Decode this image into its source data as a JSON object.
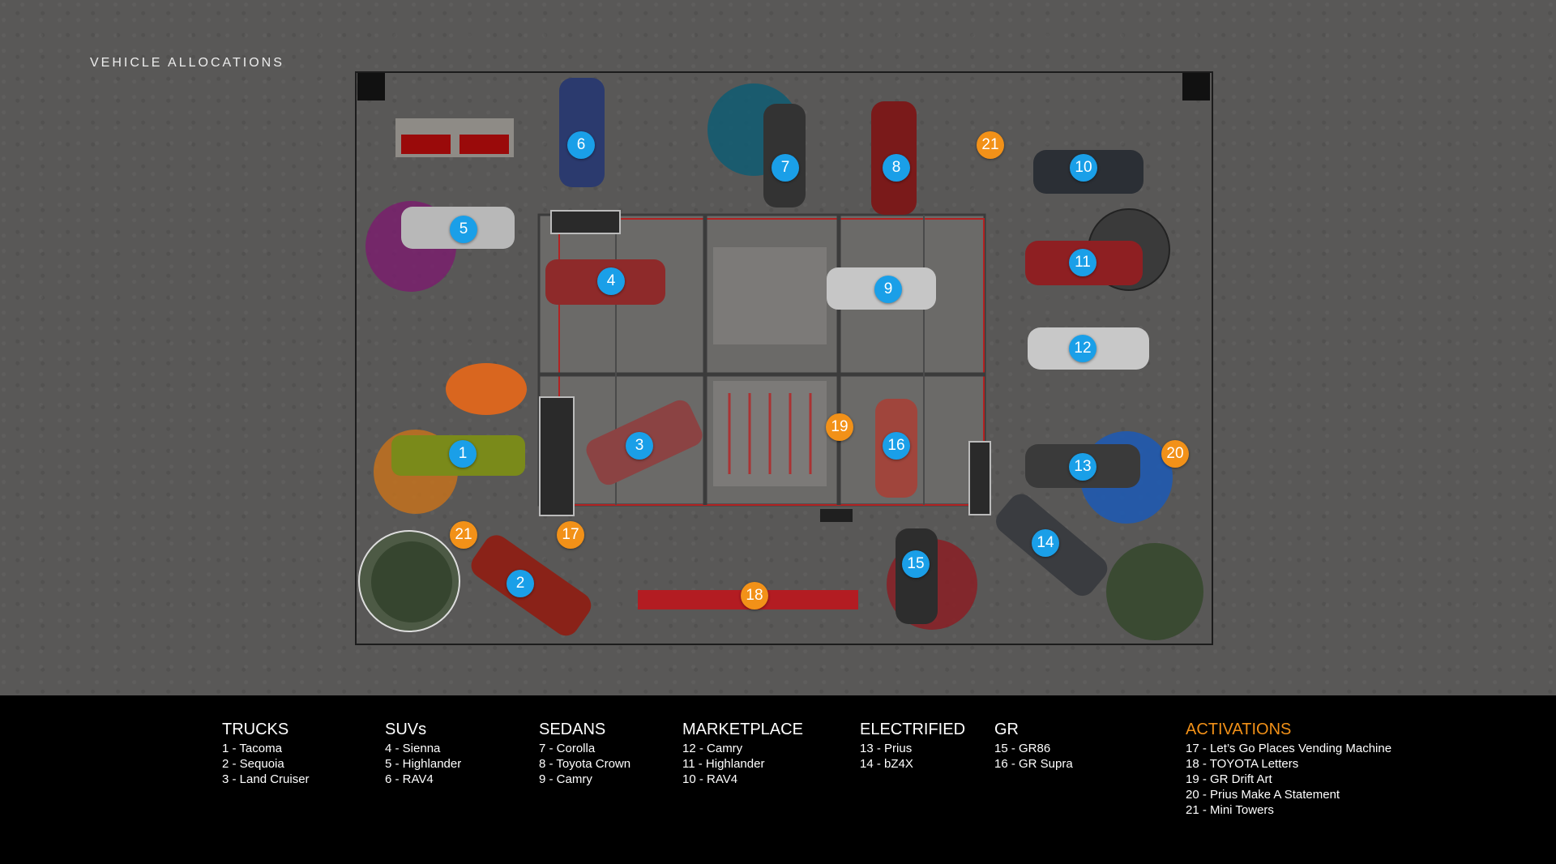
{
  "title": "VEHICLE ALLOCATIONS",
  "colors": {
    "vehicle_marker": "#1a9fe8",
    "activation_marker": "#f29118",
    "activations_heading": "#f29118",
    "ground": "#595857",
    "legend_bg": "#000000"
  },
  "markers": [
    {
      "label": "1",
      "type": "vehicle"
    },
    {
      "label": "2",
      "type": "vehicle"
    },
    {
      "label": "3",
      "type": "vehicle"
    },
    {
      "label": "4",
      "type": "vehicle"
    },
    {
      "label": "5",
      "type": "vehicle"
    },
    {
      "label": "6",
      "type": "vehicle"
    },
    {
      "label": "7",
      "type": "vehicle"
    },
    {
      "label": "8",
      "type": "vehicle"
    },
    {
      "label": "9",
      "type": "vehicle"
    },
    {
      "label": "10",
      "type": "vehicle"
    },
    {
      "label": "11",
      "type": "vehicle"
    },
    {
      "label": "12",
      "type": "vehicle"
    },
    {
      "label": "13",
      "type": "vehicle"
    },
    {
      "label": "14",
      "type": "vehicle"
    },
    {
      "label": "15",
      "type": "vehicle"
    },
    {
      "label": "16",
      "type": "vehicle"
    },
    {
      "label": "17",
      "type": "activation"
    },
    {
      "label": "18",
      "type": "activation"
    },
    {
      "label": "19",
      "type": "activation"
    },
    {
      "label": "20",
      "type": "activation"
    },
    {
      "label": "21",
      "type": "activation"
    },
    {
      "label": "21",
      "type": "activation"
    }
  ],
  "legend": {
    "trucks": {
      "heading": "TRUCKS",
      "items": [
        "1 - Tacoma",
        "2 - Sequoia",
        "3 - Land Cruiser"
      ]
    },
    "suvs": {
      "heading": "SUVs",
      "items": [
        "4 - Sienna",
        "5 - Highlander",
        "6 - RAV4"
      ]
    },
    "sedans": {
      "heading": "SEDANS",
      "items": [
        "7 - Corolla",
        "8 - Toyota Crown",
        "9 - Camry"
      ]
    },
    "marketplace": {
      "heading": "MARKETPLACE",
      "items": [
        "12 - Camry",
        "11 - Highlander",
        "10 - RAV4"
      ]
    },
    "electrified": {
      "heading": "ELECTRIFIED",
      "items": [
        "13 - Prius",
        "14 - bZ4X"
      ]
    },
    "gr": {
      "heading": "GR",
      "items": [
        "15 - GR86",
        "16 - GR Supra"
      ]
    },
    "activations": {
      "heading": "ACTIVATIONS",
      "items": [
        "17 - Let’s Go Places Vending Machine",
        "18 - TOYOTA Letters",
        "19 - GR Drift Art",
        "20 - Prius Make A Statement",
        "21 - Mini Towers"
      ]
    }
  }
}
